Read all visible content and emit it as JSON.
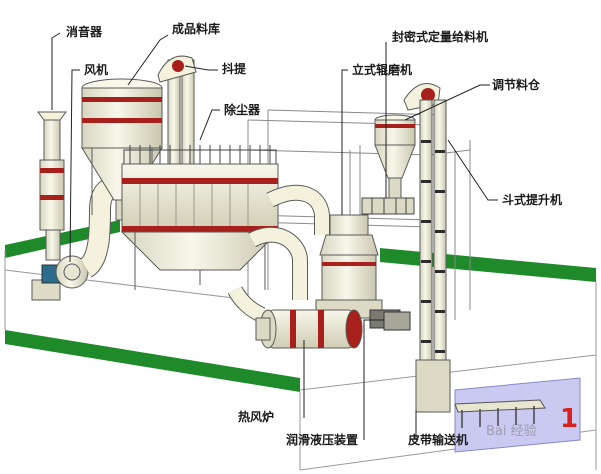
{
  "colors": {
    "pipe": "#f4f2dc",
    "outline": "#5a5a5a",
    "band": "#a8201c",
    "ground": "#1e8a2a",
    "frame": "#8a8a8a",
    "blue_panel": "#c9c9f2",
    "leader": "#222222",
    "page_number": "#d9201e"
  },
  "labels": {
    "muffler": "消音器",
    "fan": "风机",
    "product_silo": "成品料库",
    "lifting": "抖提",
    "dust_collector": "除尘器",
    "sealed_feeder": "封密式定量给料机",
    "vertical_mill": "立式辊磨机",
    "regulating_bin": "调节料仓",
    "bucket_elevator": "斗式提升机",
    "hot_air_furnace": "热风炉",
    "lubrication_hydraulic": "润滑液压装置",
    "belt_conveyor": "皮带输送机"
  },
  "watermark": "Bai 经验",
  "page_number": "1"
}
